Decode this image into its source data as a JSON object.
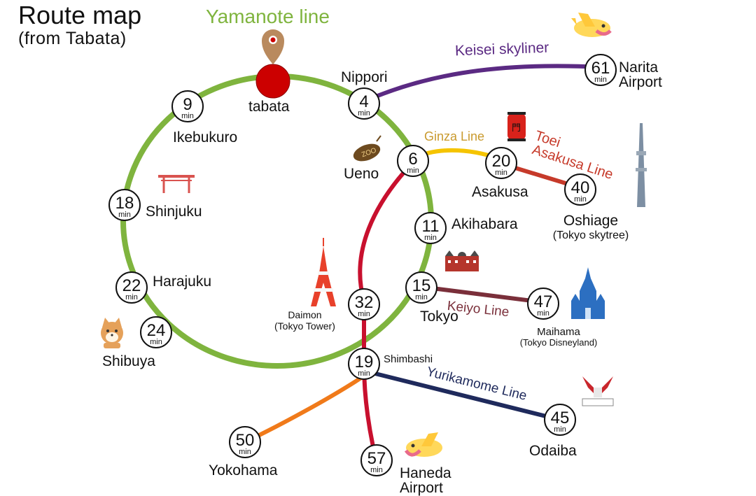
{
  "title": "Route map",
  "subtitle": "(from Tabata)",
  "min_unit": "min",
  "colors": {
    "yamanote": "#7fb43e",
    "keisei": "#5b2a83",
    "ginza": "#f5c400",
    "toei_asakusa": "#c63a2a",
    "oedo_red": "#c8102e",
    "keiyo": "#7a2f3a",
    "yurikamome": "#1f2a5c",
    "yokohama": "#f07a1a",
    "ginza_label": "#c99a2e"
  },
  "lines": {
    "yamanote": "Yamanote line",
    "keisei": "Keisei skyliner",
    "ginza": "Ginza Line",
    "toei_1": "Toei",
    "toei_2": "Asakusa Line",
    "keiyo": "Keiyo Line",
    "yurikamome": "Yurikamome Line"
  },
  "origin": {
    "name": "tabata"
  },
  "stations": {
    "nippori": {
      "name": "Nippori",
      "minutes": "4"
    },
    "ikebukuro": {
      "name": "Ikebukuro",
      "minutes": "9"
    },
    "ueno": {
      "name": "Ueno",
      "minutes": "6"
    },
    "shinjuku": {
      "name": "Shinjuku",
      "minutes": "18"
    },
    "akihabara": {
      "name": "Akihabara",
      "minutes": "11"
    },
    "harajuku": {
      "name": "Harajuku",
      "minutes": "22"
    },
    "tokyo": {
      "name": "Tokyo",
      "minutes": "15"
    },
    "shibuya": {
      "name": "Shibuya",
      "minutes": "24"
    },
    "shimbashi": {
      "name": "Shimbashi",
      "minutes": "19"
    },
    "daimon": {
      "name": "Daimon",
      "note": "(Tokyo Tower)",
      "minutes": "32"
    },
    "narita": {
      "name_1": "Narita",
      "name_2": "Airport",
      "minutes": "61"
    },
    "asakusa": {
      "name": "Asakusa",
      "minutes": "20"
    },
    "oshiage": {
      "name": "Oshiage",
      "note": "(Tokyo skytree)",
      "minutes": "40"
    },
    "maihama": {
      "name": "Maihama",
      "note": "(Tokyo Disneyland)",
      "minutes": "47"
    },
    "odaiba": {
      "name": "Odaiba",
      "minutes": "45"
    },
    "yokohama": {
      "name": "Yokohama",
      "minutes": "50"
    },
    "haneda": {
      "name_1": "Haneda",
      "name_2": "Airport",
      "minutes": "57"
    }
  },
  "icons": [
    "map-pin-icon",
    "airplane-icon",
    "zoo-icon",
    "kaminarimon-lantern-icon",
    "tokyo-skytree-icon",
    "torii-gate-icon",
    "tokyo-tower-icon",
    "tokyo-station-icon",
    "disney-castle-icon",
    "shiba-inu-icon",
    "gundam-icon"
  ]
}
